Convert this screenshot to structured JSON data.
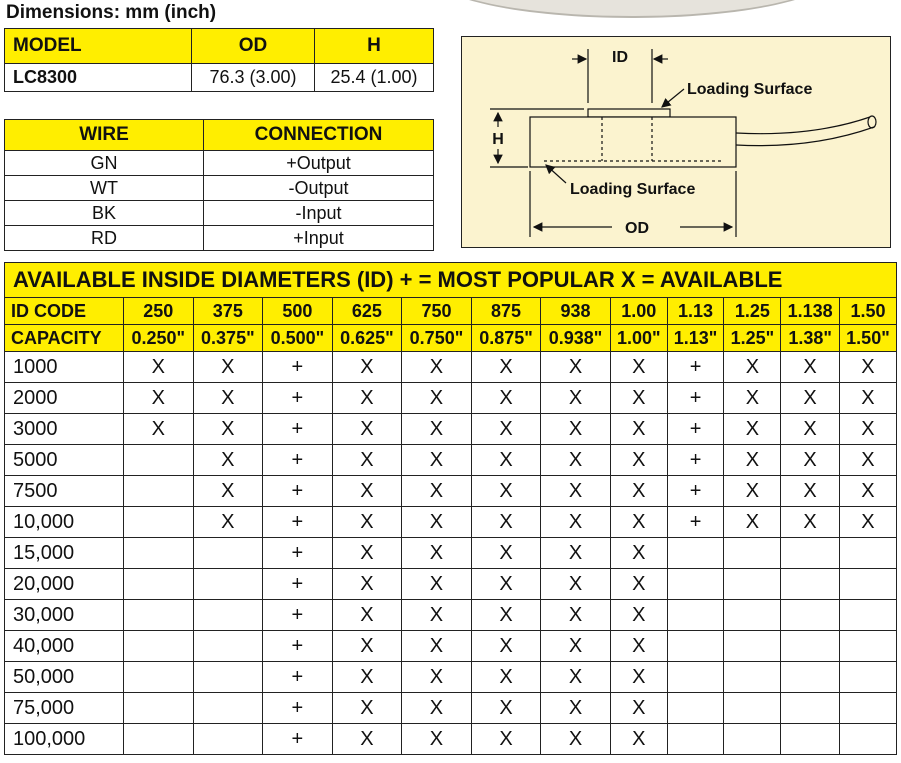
{
  "dimensions_title": "Dimensions: mm (inch)",
  "model_table": {
    "headers": [
      "MODEL",
      "OD",
      "H"
    ],
    "row": [
      "LC8300",
      "76.3 (3.00)",
      "25.4 (1.00)"
    ]
  },
  "wire_table": {
    "headers": [
      "WIRE",
      "CONNECTION"
    ],
    "rows": [
      [
        "GN",
        "+Output"
      ],
      [
        "WT",
        "-Output"
      ],
      [
        "BK",
        "-Input"
      ],
      [
        "RD",
        "+Input"
      ]
    ]
  },
  "diagram": {
    "id_label": "ID",
    "h_label": "H",
    "od_label": "OD",
    "loading_surface_top": "Loading Surface",
    "loading_surface_bottom": "Loading Surface"
  },
  "main_table": {
    "banner": "AVAILABLE INSIDE DIAMETERS (ID)  + = MOST POPULAR X = AVAILABLE",
    "id_code_label": "ID CODE",
    "id_codes": [
      "250",
      "375",
      "500",
      "625",
      "750",
      "875",
      "938",
      "1.00",
      "1.13",
      "1.25",
      "1.138",
      "1.50"
    ],
    "capacity_label": "CAPACITY",
    "capacities": [
      "0.250\"",
      "0.375\"",
      "0.500\"",
      "0.625\"",
      "0.750\"",
      "0.875\"",
      "0.938\"",
      "1.00\"",
      "1.13\"",
      "1.25\"",
      "1.38\"",
      "1.50\""
    ],
    "rows": [
      {
        "capacity": "1000",
        "cells": [
          "X",
          "X",
          "+",
          "X",
          "X",
          "X",
          "X",
          "X",
          "+",
          "X",
          "X",
          "X"
        ]
      },
      {
        "capacity": "2000",
        "cells": [
          "X",
          "X",
          "+",
          "X",
          "X",
          "X",
          "X",
          "X",
          "+",
          "X",
          "X",
          "X"
        ]
      },
      {
        "capacity": "3000",
        "cells": [
          "X",
          "X",
          "+",
          "X",
          "X",
          "X",
          "X",
          "X",
          "+",
          "X",
          "X",
          "X"
        ]
      },
      {
        "capacity": "5000",
        "cells": [
          "",
          "X",
          "+",
          "X",
          "X",
          "X",
          "X",
          "X",
          "+",
          "X",
          "X",
          "X"
        ]
      },
      {
        "capacity": "7500",
        "cells": [
          "",
          "X",
          "+",
          "X",
          "X",
          "X",
          "X",
          "X",
          "+",
          "X",
          "X",
          "X"
        ]
      },
      {
        "capacity": "10,000",
        "cells": [
          "",
          "X",
          "+",
          "X",
          "X",
          "X",
          "X",
          "X",
          "+",
          "X",
          "X",
          "X"
        ]
      },
      {
        "capacity": "15,000",
        "cells": [
          "",
          "",
          "+",
          "X",
          "X",
          "X",
          "X",
          "X",
          "",
          "",
          "",
          ""
        ]
      },
      {
        "capacity": "20,000",
        "cells": [
          "",
          "",
          "+",
          "X",
          "X",
          "X",
          "X",
          "X",
          "",
          "",
          "",
          ""
        ]
      },
      {
        "capacity": "30,000",
        "cells": [
          "",
          "",
          "+",
          "X",
          "X",
          "X",
          "X",
          "X",
          "",
          "",
          "",
          ""
        ]
      },
      {
        "capacity": "40,000",
        "cells": [
          "",
          "",
          "+",
          "X",
          "X",
          "X",
          "X",
          "X",
          "",
          "",
          "",
          ""
        ]
      },
      {
        "capacity": "50,000",
        "cells": [
          "",
          "",
          "+",
          "X",
          "X",
          "X",
          "X",
          "X",
          "",
          "",
          "",
          ""
        ]
      },
      {
        "capacity": "75,000",
        "cells": [
          "",
          "",
          "+",
          "X",
          "X",
          "X",
          "X",
          "X",
          "",
          "",
          "",
          ""
        ]
      },
      {
        "capacity": "100,000",
        "cells": [
          "",
          "",
          "+",
          "X",
          "X",
          "X",
          "X",
          "X",
          "",
          "",
          "",
          ""
        ]
      }
    ]
  },
  "colors": {
    "header_yellow": "#ffee00",
    "diagram_bg": "#fbf3cf"
  }
}
